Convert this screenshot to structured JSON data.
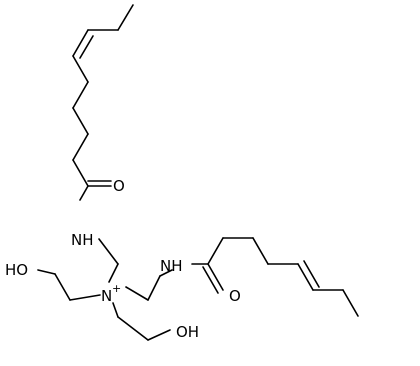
{
  "molecule": {
    "atoms": {
      "oxygen_upper": "O",
      "nh_upper": "NH",
      "nh_lower": "NH",
      "oxygen_lower": "O",
      "ho_left": "HO",
      "n_center": "N",
      "n_charge": "+",
      "oh_bottom": "OH"
    }
  },
  "colors": {
    "bond": "#000000",
    "label": "#000000",
    "background": "#ffffff"
  }
}
